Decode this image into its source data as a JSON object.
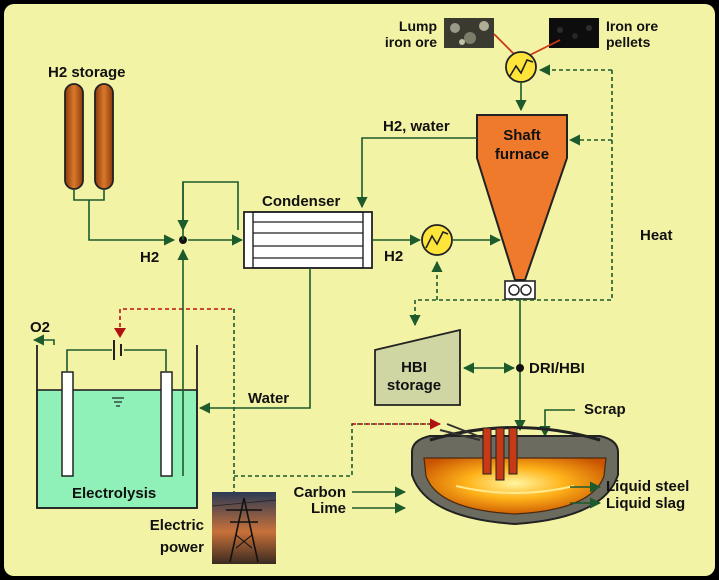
{
  "labels": {
    "lump_iron_ore_1": "Lump",
    "lump_iron_ore_2": "iron ore",
    "iron_ore_pellets_1": "Iron ore",
    "iron_ore_pellets_2": "pellets",
    "h2_storage": "H2 storage",
    "h2_water": "H2, water",
    "shaft_furnace_1": "Shaft",
    "shaft_furnace_2": "furnace",
    "condenser": "Condenser",
    "h2_left": "H2",
    "h2_right": "H2",
    "heat": "Heat",
    "o2": "O2",
    "hbi_storage_1": "HBI",
    "hbi_storage_2": "storage",
    "dri_hbi": "DRI/HBI",
    "water": "Water",
    "scrap": "Scrap",
    "electrolysis": "Electrolysis",
    "carbon": "Carbon",
    "lime": "Lime",
    "electric_power_1": "Electric",
    "electric_power_2": "power",
    "liquid_steel": "Liquid steel",
    "liquid_slag": "Liquid slag"
  },
  "colors": {
    "background": "#f3f3a6",
    "frame": "#000000",
    "furnace": "#f07a2c",
    "storage_tank": "#c8621c",
    "electrolysis_bath": "#8ff0b8",
    "hbi_storage": "#cfd6a4",
    "heat_exchanger": "#ffe53a",
    "flow_line": "#1d5a2c",
    "power_line": "#b11111"
  }
}
